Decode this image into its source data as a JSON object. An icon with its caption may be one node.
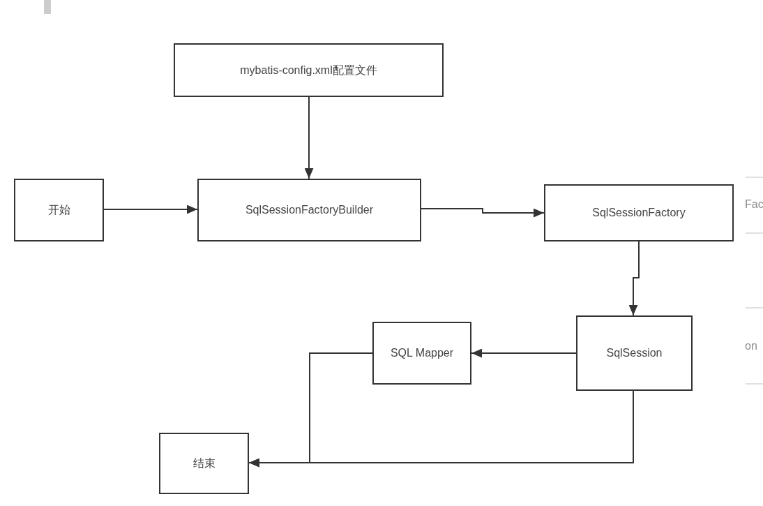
{
  "diagram": {
    "nodes": [
      {
        "text": [
          "mybatis-config.xml配置文件"
        ]
      },
      {
        "text": [
          "开始"
        ]
      },
      {
        "text": [
          "SqlSessionFactoryBuilder"
        ]
      },
      {
        "text": [
          "SqlSessionFactory"
        ]
      },
      {
        "text": [
          "SqlSession"
        ]
      },
      {
        "text": [
          "SQL Mapper"
        ]
      },
      {
        "text": [
          "结束"
        ]
      }
    ],
    "edges": [
      {
        "from": 0,
        "to": 2,
        "arrow": "to"
      },
      {
        "from": 1,
        "to": 2,
        "arrow": "to"
      },
      {
        "from": 2,
        "to": 3,
        "arrow": "to"
      },
      {
        "from": 3,
        "to": 4,
        "arrow": "to"
      },
      {
        "from": 4,
        "to": 5,
        "arrow": "to"
      },
      {
        "from": 5,
        "to": 6,
        "arrow": "to"
      },
      {
        "from": 4,
        "to": 6,
        "arrow": "to"
      }
    ],
    "labels": [
      "Fac",
      "on"
    ]
  }
}
